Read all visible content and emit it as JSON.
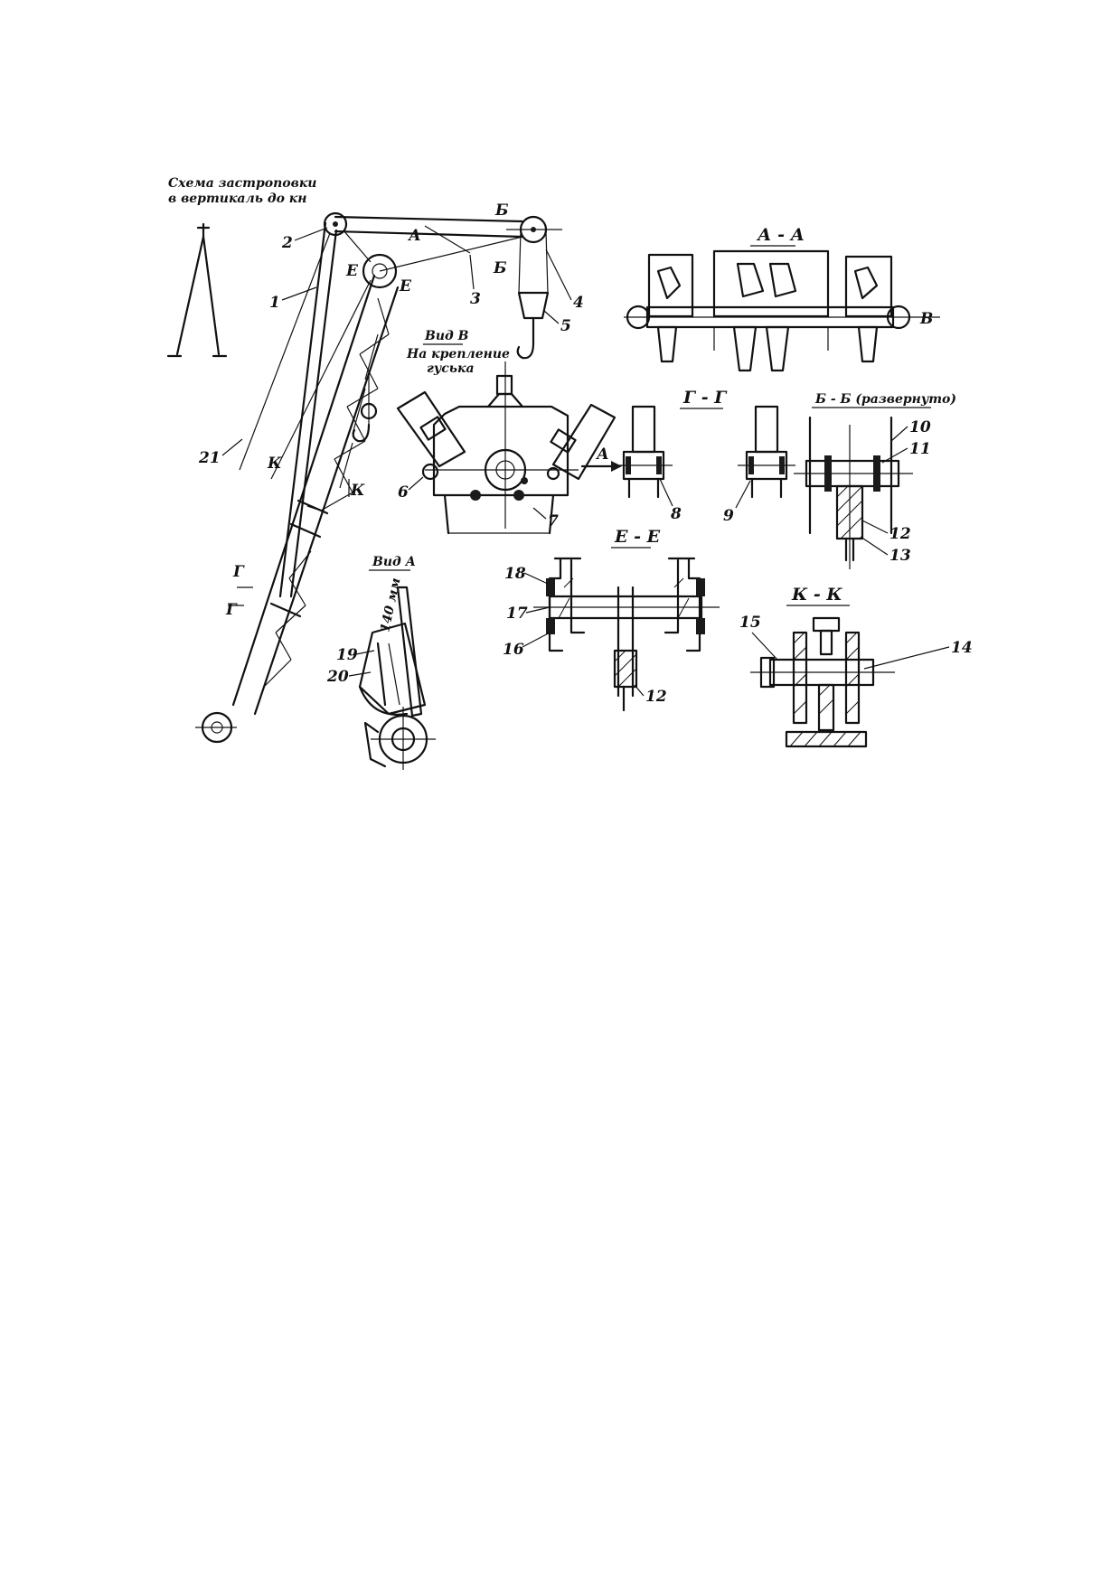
{
  "scheme": {
    "caption_line1": "Схема застроповки",
    "caption_line2": "в вертикаль до кн"
  },
  "view_v": {
    "title": "Вид В",
    "subtitle_line1": "На крепление",
    "subtitle_line2": "гуська"
  },
  "view_a": {
    "title": "Вид А",
    "dimension": "140 мм"
  },
  "sections": {
    "a_a": "А - А",
    "g_g": "Г - Г",
    "b_b": "Б - Б (развернуто)",
    "e_e": "Е - Е",
    "k_k": "К - К"
  },
  "cut_marks": {
    "a": "А",
    "b": "Б",
    "v": "В",
    "g": "Г",
    "e": "Е",
    "k": "К"
  },
  "callouts": {
    "n1": "1",
    "n2": "2",
    "n3": "3",
    "n4": "4",
    "n5": "5",
    "n6": "6",
    "n7": "7",
    "n8": "8",
    "n9": "9",
    "n10": "10",
    "n11": "11",
    "n12": "12",
    "n13": "13",
    "n14": "14",
    "n15": "15",
    "n16": "16",
    "n17": "17",
    "n18": "18",
    "n19": "19",
    "n20": "20",
    "n21": "21"
  }
}
